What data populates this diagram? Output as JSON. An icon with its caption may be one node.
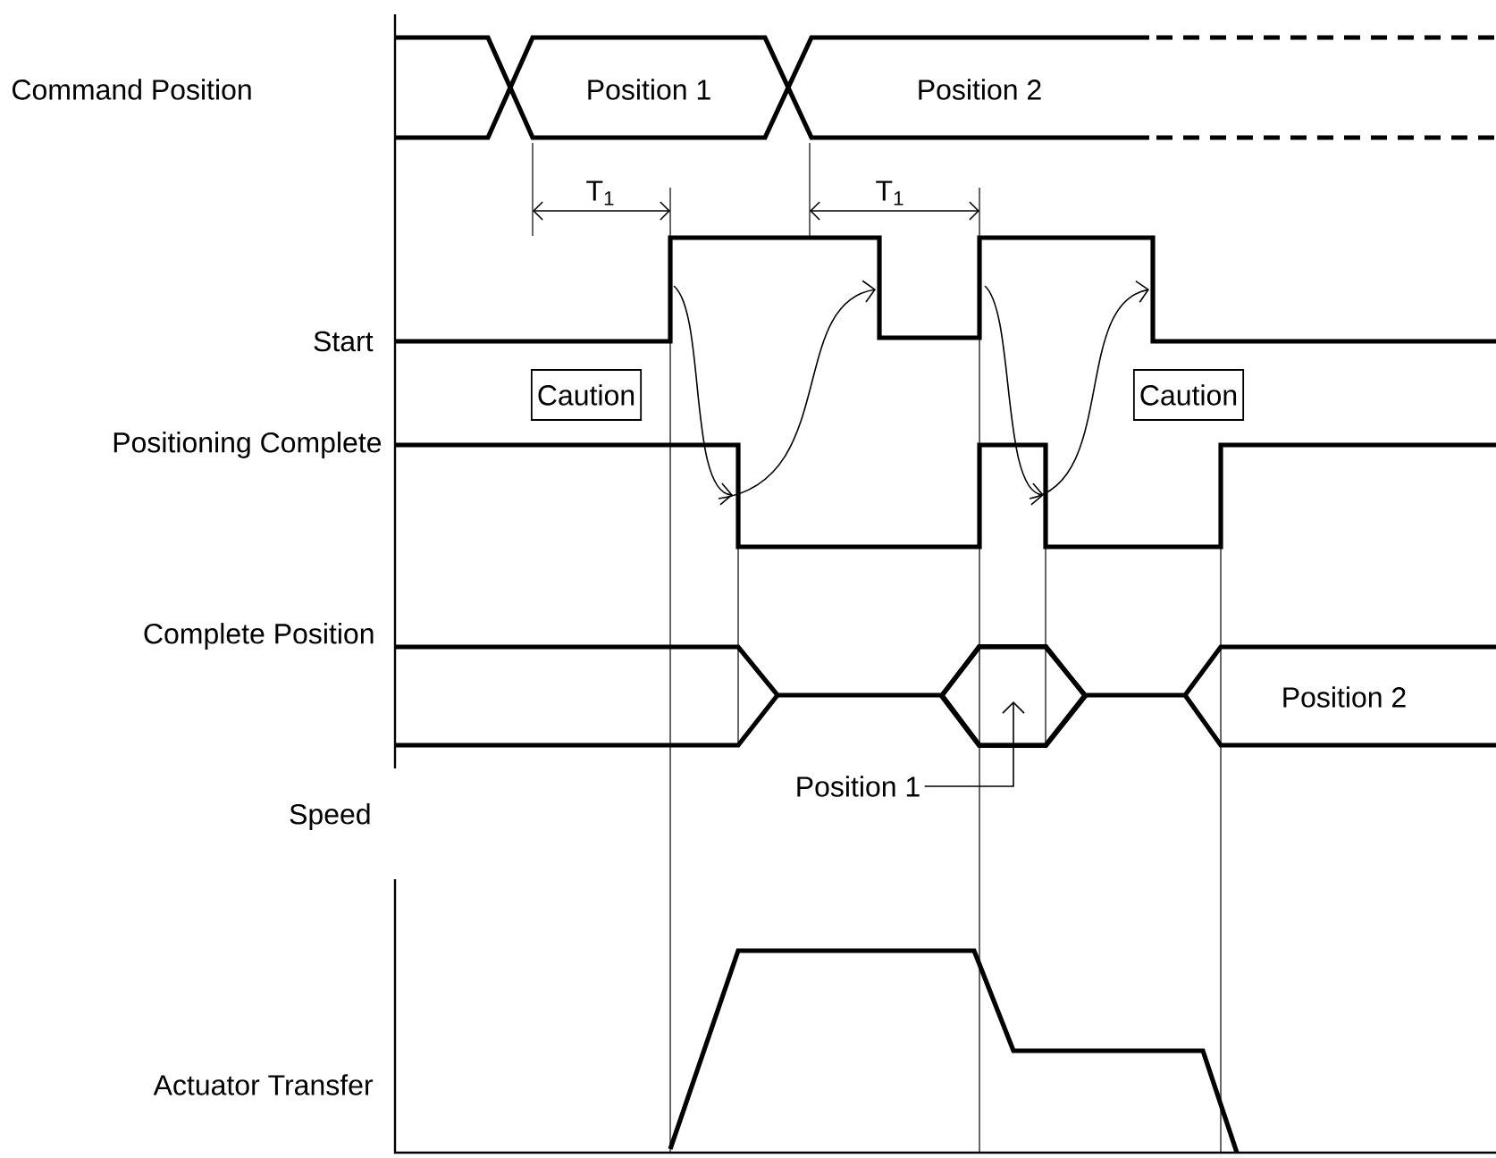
{
  "diagram": {
    "nodes": [
      {
        "text": [
          "Caution"
        ]
      },
      {
        "text": [
          "Caution"
        ]
      },
      {
        "text": [
          "Position 1"
        ]
      },
      {
        "text": [],
        "shape": "hexagon"
      }
    ],
    "edges": [
      {
        "from": 2,
        "to": 3,
        "arrow": "to"
      }
    ],
    "labels": [
      "Command Position",
      "Position 1",
      "Position 2",
      "T$_{1}$",
      "T$_{1}$",
      "Start",
      "Positioning Complete",
      "Complete Position",
      "Position 2",
      "Speed",
      "Actuator Transfer"
    ]
  }
}
